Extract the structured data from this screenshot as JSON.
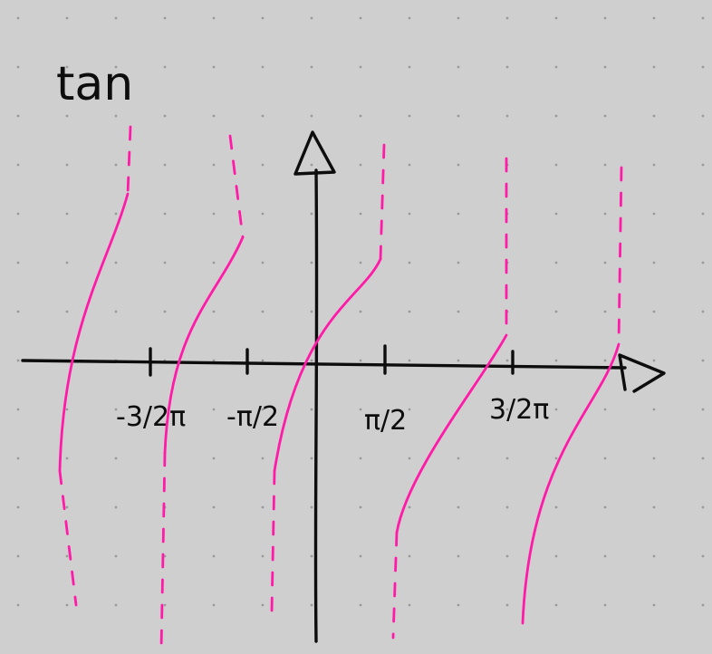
{
  "title": "tan",
  "tick_labels": {
    "neg_three_halves": "-3/2π",
    "neg_half": "-π/2",
    "pos_half": "π/2",
    "pos_three_halves": "3/2π"
  },
  "colors": {
    "background": "#cfcfcf",
    "dot_grid": "#9a9a9a",
    "ink": "#0d0d0d",
    "curve": "#ff1aa8"
  }
}
